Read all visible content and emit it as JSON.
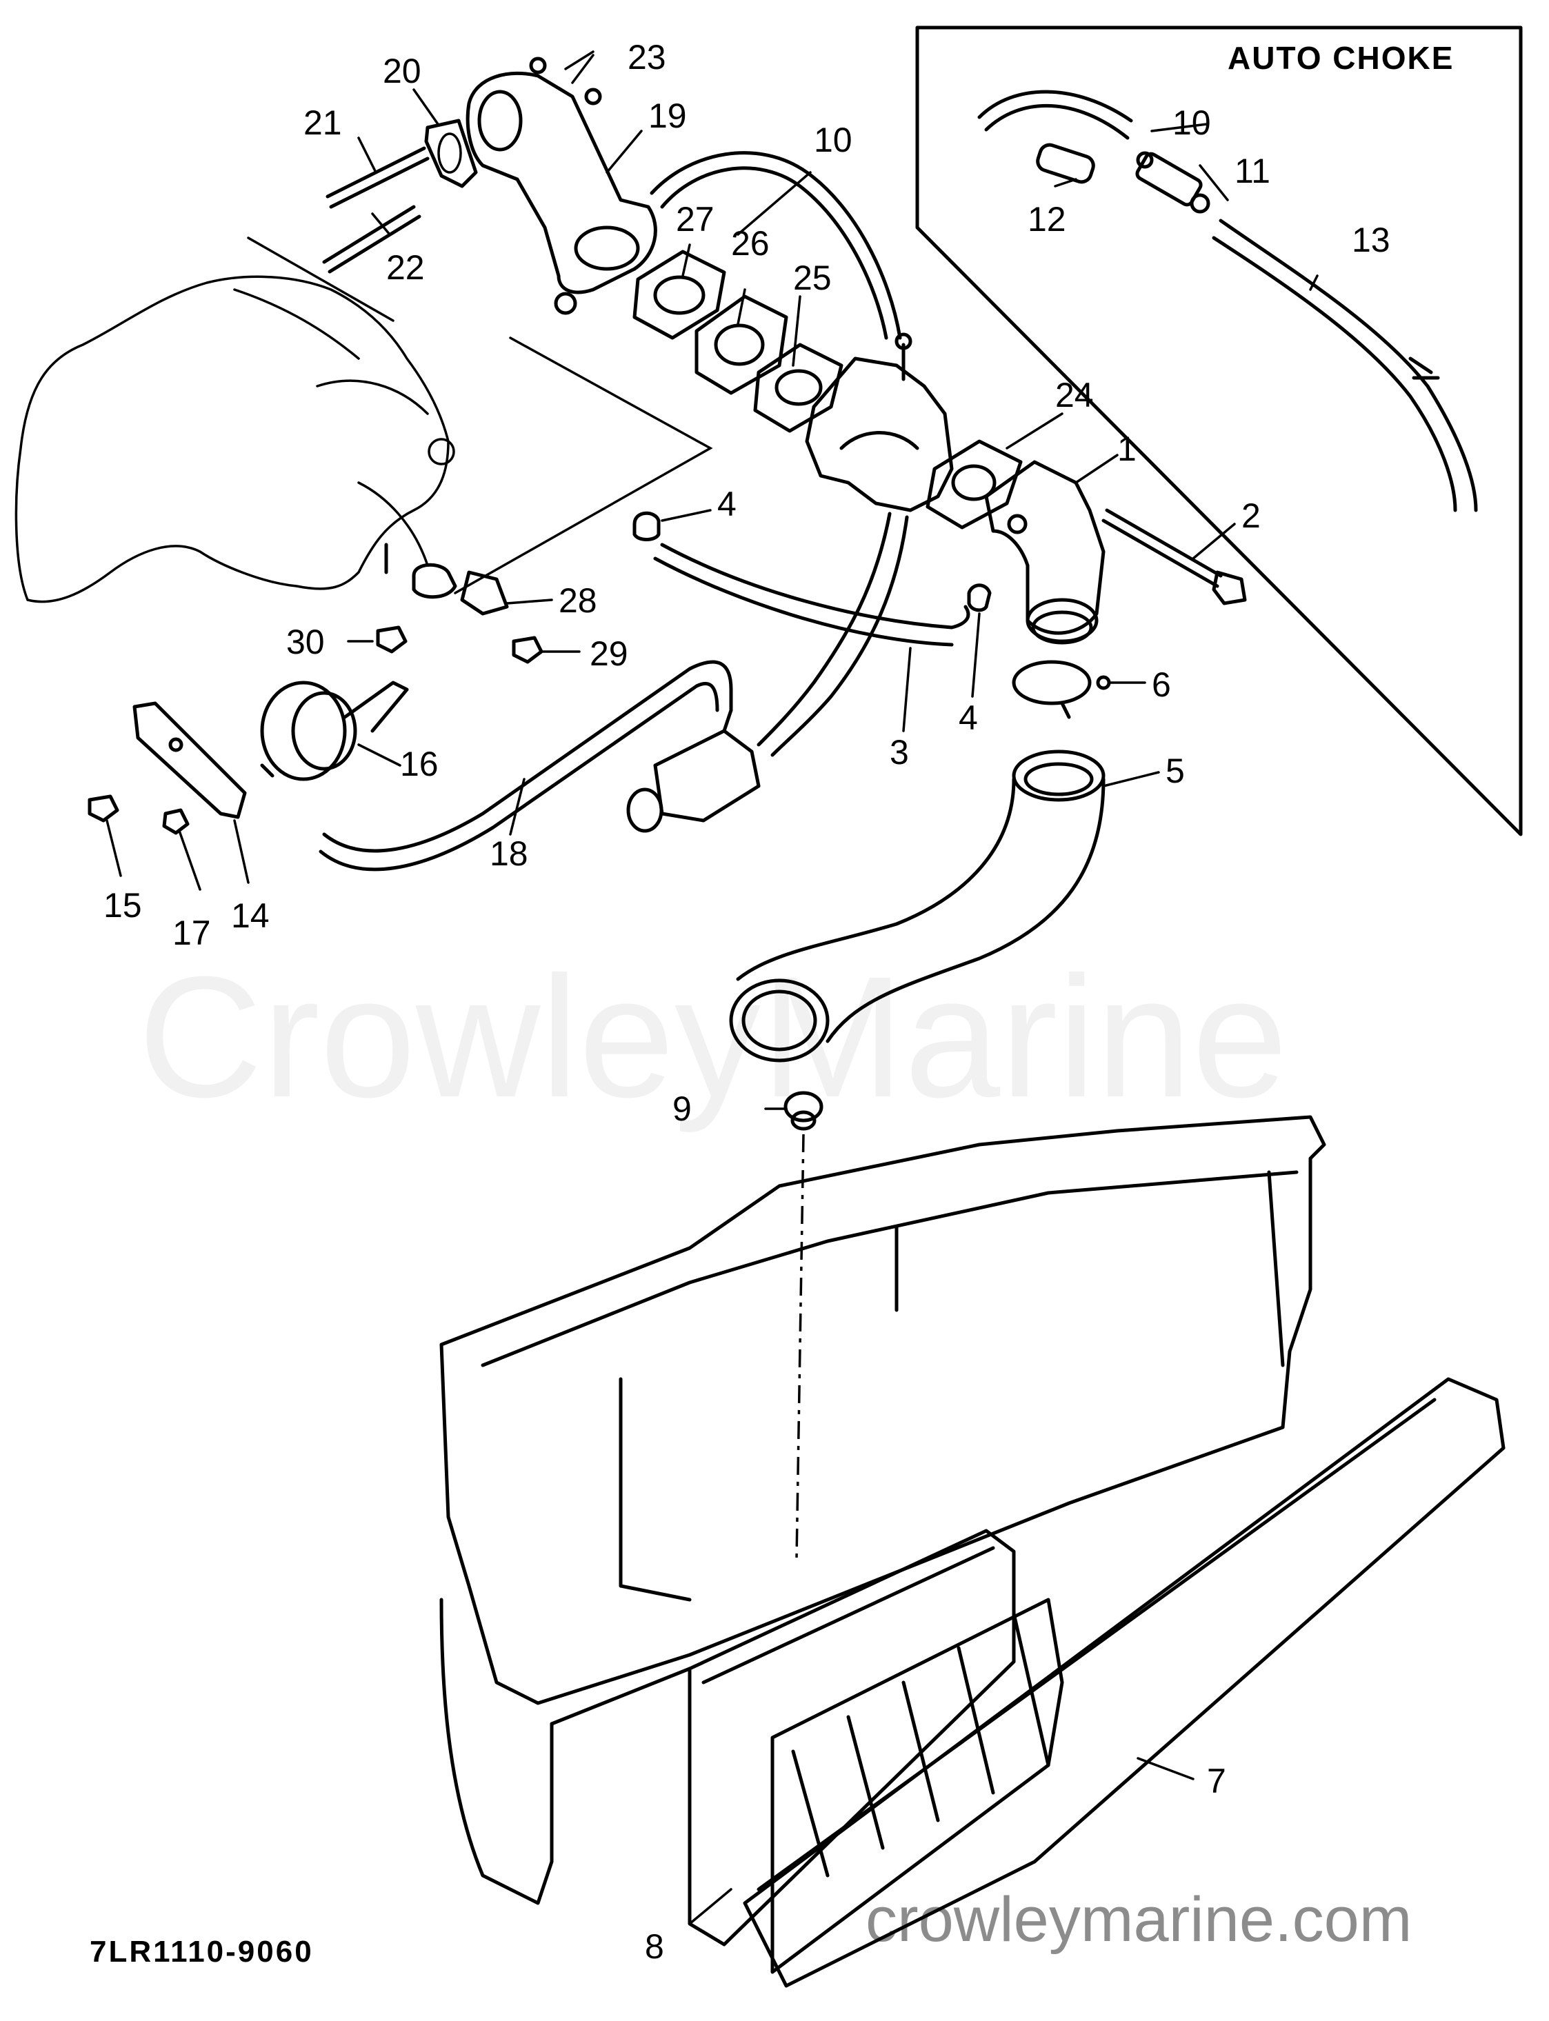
{
  "inset": {
    "title": "AUTO CHOKE"
  },
  "callouts": {
    "c1": "1",
    "c2": "2",
    "c3": "3",
    "c4a": "4",
    "c4b": "4",
    "c5": "5",
    "c6": "6",
    "c7": "7",
    "c8": "8",
    "c9": "9",
    "c10": "10",
    "c10b": "10",
    "c11": "11",
    "c12": "12",
    "c13": "13",
    "c14": "14",
    "c15": "15",
    "c16": "16",
    "c17": "17",
    "c18": "18",
    "c19": "19",
    "c20": "20",
    "c21": "21",
    "c22": "22",
    "c23": "23",
    "c24": "24",
    "c25": "25",
    "c26": "26",
    "c27": "27",
    "c28": "28",
    "c29": "29",
    "c30": "30"
  },
  "drawing_code": "7LR1110-9060",
  "watermark": "CrowleyMarine",
  "website": "crowleymarine.com"
}
